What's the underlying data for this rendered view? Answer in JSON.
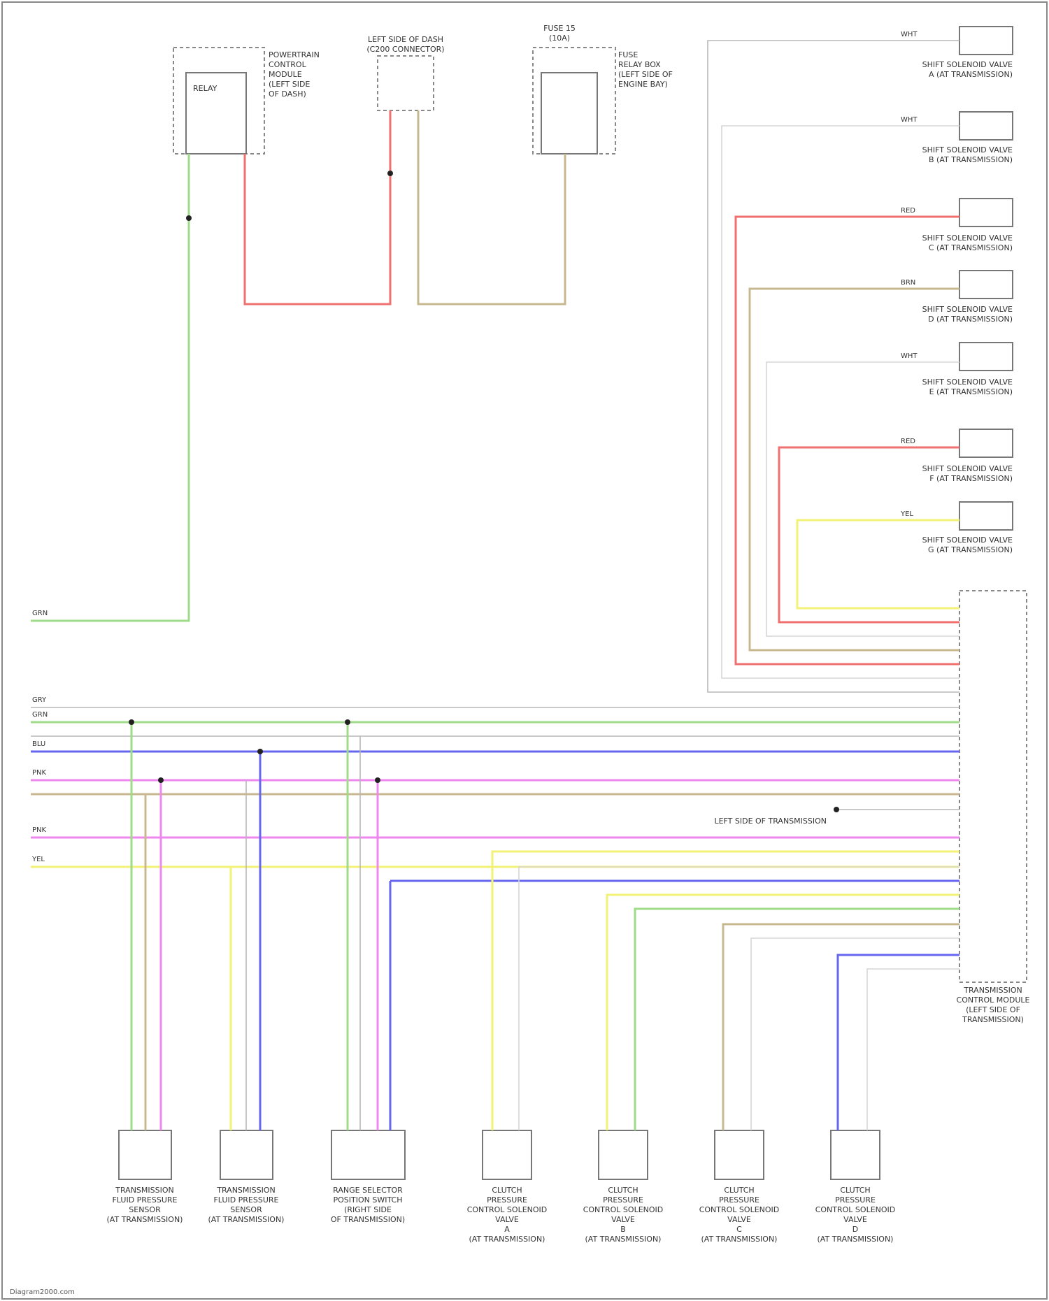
{
  "components": {
    "top_powertrain": [
      "POWERTRAIN",
      "CONTROL",
      "MODULE",
      "(LEFT SIDE",
      "OF DASH)"
    ],
    "top_relay_label": [
      "RELAY"
    ],
    "top_connector": [
      "LEFT SIDE OF DASH",
      "(C200 CONNECTOR)"
    ],
    "top_fuse_box": [
      "FUSE",
      "RELAY BOX",
      "(LEFT SIDE OF",
      "ENGINE BAY)"
    ],
    "top_fuse_header": [
      "FUSE 15",
      "(10A)"
    ],
    "solenoids": [
      [
        "SHIFT SOLENOID VALVE",
        "A (AT TRANSMISSION)"
      ],
      [
        "SHIFT SOLENOID VALVE",
        "B (AT TRANSMISSION)"
      ],
      [
        "SHIFT SOLENOID VALVE",
        "C (AT TRANSMISSION)"
      ],
      [
        "SHIFT SOLENOID VALVE",
        "D (AT TRANSMISSION)"
      ],
      [
        "SHIFT SOLENOID VALVE",
        "E (AT TRANSMISSION)"
      ],
      [
        "SHIFT SOLENOID VALVE",
        "F (AT TRANSMISSION)"
      ],
      [
        "SHIFT SOLENOID VALVE",
        "G (AT TRANSMISSION)"
      ]
    ],
    "tcm": [
      "TRANSMISSION",
      "CONTROL MODULE",
      "(LEFT SIDE OF",
      "TRANSMISSION)"
    ],
    "ground": [
      "LEFT SIDE OF TRANSMISSION"
    ],
    "bottom": [
      [
        "TRANSMISSION",
        "FLUID PRESSURE",
        "SENSOR",
        "(AT TRANSMISSION)"
      ],
      [
        "TRANSMISSION",
        "FLUID PRESSURE",
        "SENSOR",
        "(AT TRANSMISSION)"
      ],
      [
        "RANGE SELECTOR",
        "POSITION SWITCH",
        "(RIGHT SIDE",
        "OF TRANSMISSION)"
      ],
      [
        "CLUTCH",
        "PRESSURE",
        "CONTROL SOLENOID",
        "VALVE",
        "A",
        "(AT TRANSMISSION)"
      ],
      [
        "CLUTCH",
        "PRESSURE",
        "CONTROL SOLENOID",
        "VALVE",
        "B",
        "(AT TRANSMISSION)"
      ],
      [
        "CLUTCH",
        "PRESSURE",
        "CONTROL SOLENOID",
        "VALVE",
        "C",
        "(AT TRANSMISSION)"
      ],
      [
        "CLUTCH",
        "PRESSURE",
        "CONTROL SOLENOID",
        "VALVE",
        "D",
        "(AT TRANSMISSION)"
      ]
    ]
  },
  "wires": {
    "green_left": "GRN",
    "left_entries": [
      "GRY",
      "GRN",
      "BLU",
      "PNK",
      "PNK",
      "YEL"
    ],
    "top_red": "RED",
    "top_brn": "BRN",
    "solenoid_wires": [
      "WHT",
      "WHT",
      "RED",
      "BRN",
      "WHT",
      "RED",
      "YEL"
    ]
  },
  "colors": {
    "red": "#f07070",
    "green": "#9fdc8a",
    "blue": "#6666ee",
    "pink": "#ee88ee",
    "yellow": "#f2f277",
    "brown": "#c8b890",
    "gray": "#b8b8b8",
    "white": "#d6d6d6"
  },
  "footer": "Diagram2000.com"
}
